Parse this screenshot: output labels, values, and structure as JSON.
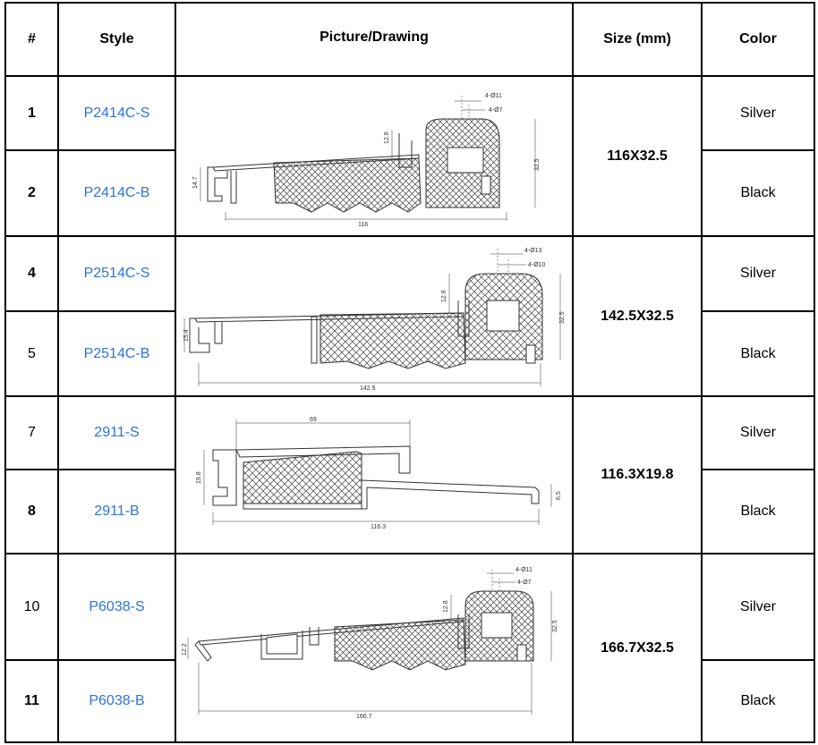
{
  "headers": {
    "num": "#",
    "style": "Style",
    "picture": "Picture/Drawing",
    "size": "Size (mm)",
    "color": "Color"
  },
  "groups": [
    {
      "size": "116X32.5",
      "dims": {
        "top1": "4-Ø11",
        "top2": "4-Ø7",
        "h_small": "12.8",
        "h_big": "32.5",
        "left": "14.7",
        "width": "116"
      },
      "rows": [
        {
          "num": "1",
          "num_bold": true,
          "style": "P2414C-S",
          "color": "Silver"
        },
        {
          "num": "2",
          "num_bold": true,
          "style": "P2414C-B",
          "color": "Black"
        }
      ]
    },
    {
      "size": "142.5X32.5",
      "dims": {
        "top1": "4-Ø13",
        "top2": "4-Ø10",
        "h_small": "12.8",
        "h_big": "32.5",
        "left": "15.4",
        "width": "142.5"
      },
      "rows": [
        {
          "num": "4",
          "num_bold": true,
          "style": "P2514C-S",
          "color": "Silver"
        },
        {
          "num": "5",
          "num_bold": false,
          "style": "P2514C-B",
          "color": "Black"
        }
      ]
    },
    {
      "size": "116.3X19.8",
      "dims": {
        "top": "69",
        "left": "19.8",
        "right": "6.5",
        "width": "116.3"
      },
      "rows": [
        {
          "num": "7",
          "num_bold": false,
          "style": "2911-S",
          "color": "Silver"
        },
        {
          "num": "8",
          "num_bold": true,
          "style": "2911-B",
          "color": "Black"
        }
      ]
    },
    {
      "size": "166.7X32.5",
      "dims": {
        "top1": "4-Ø11",
        "top2": "4-Ø7",
        "h_small": "12.8",
        "h_big": "32.5",
        "left": "12.2",
        "width": "166.7"
      },
      "rows": [
        {
          "num": "10",
          "num_bold": false,
          "style": "P6038-S",
          "color": "Silver"
        },
        {
          "num": "11",
          "num_bold": true,
          "style": "P6038-B",
          "color": "Black"
        }
      ]
    }
  ]
}
